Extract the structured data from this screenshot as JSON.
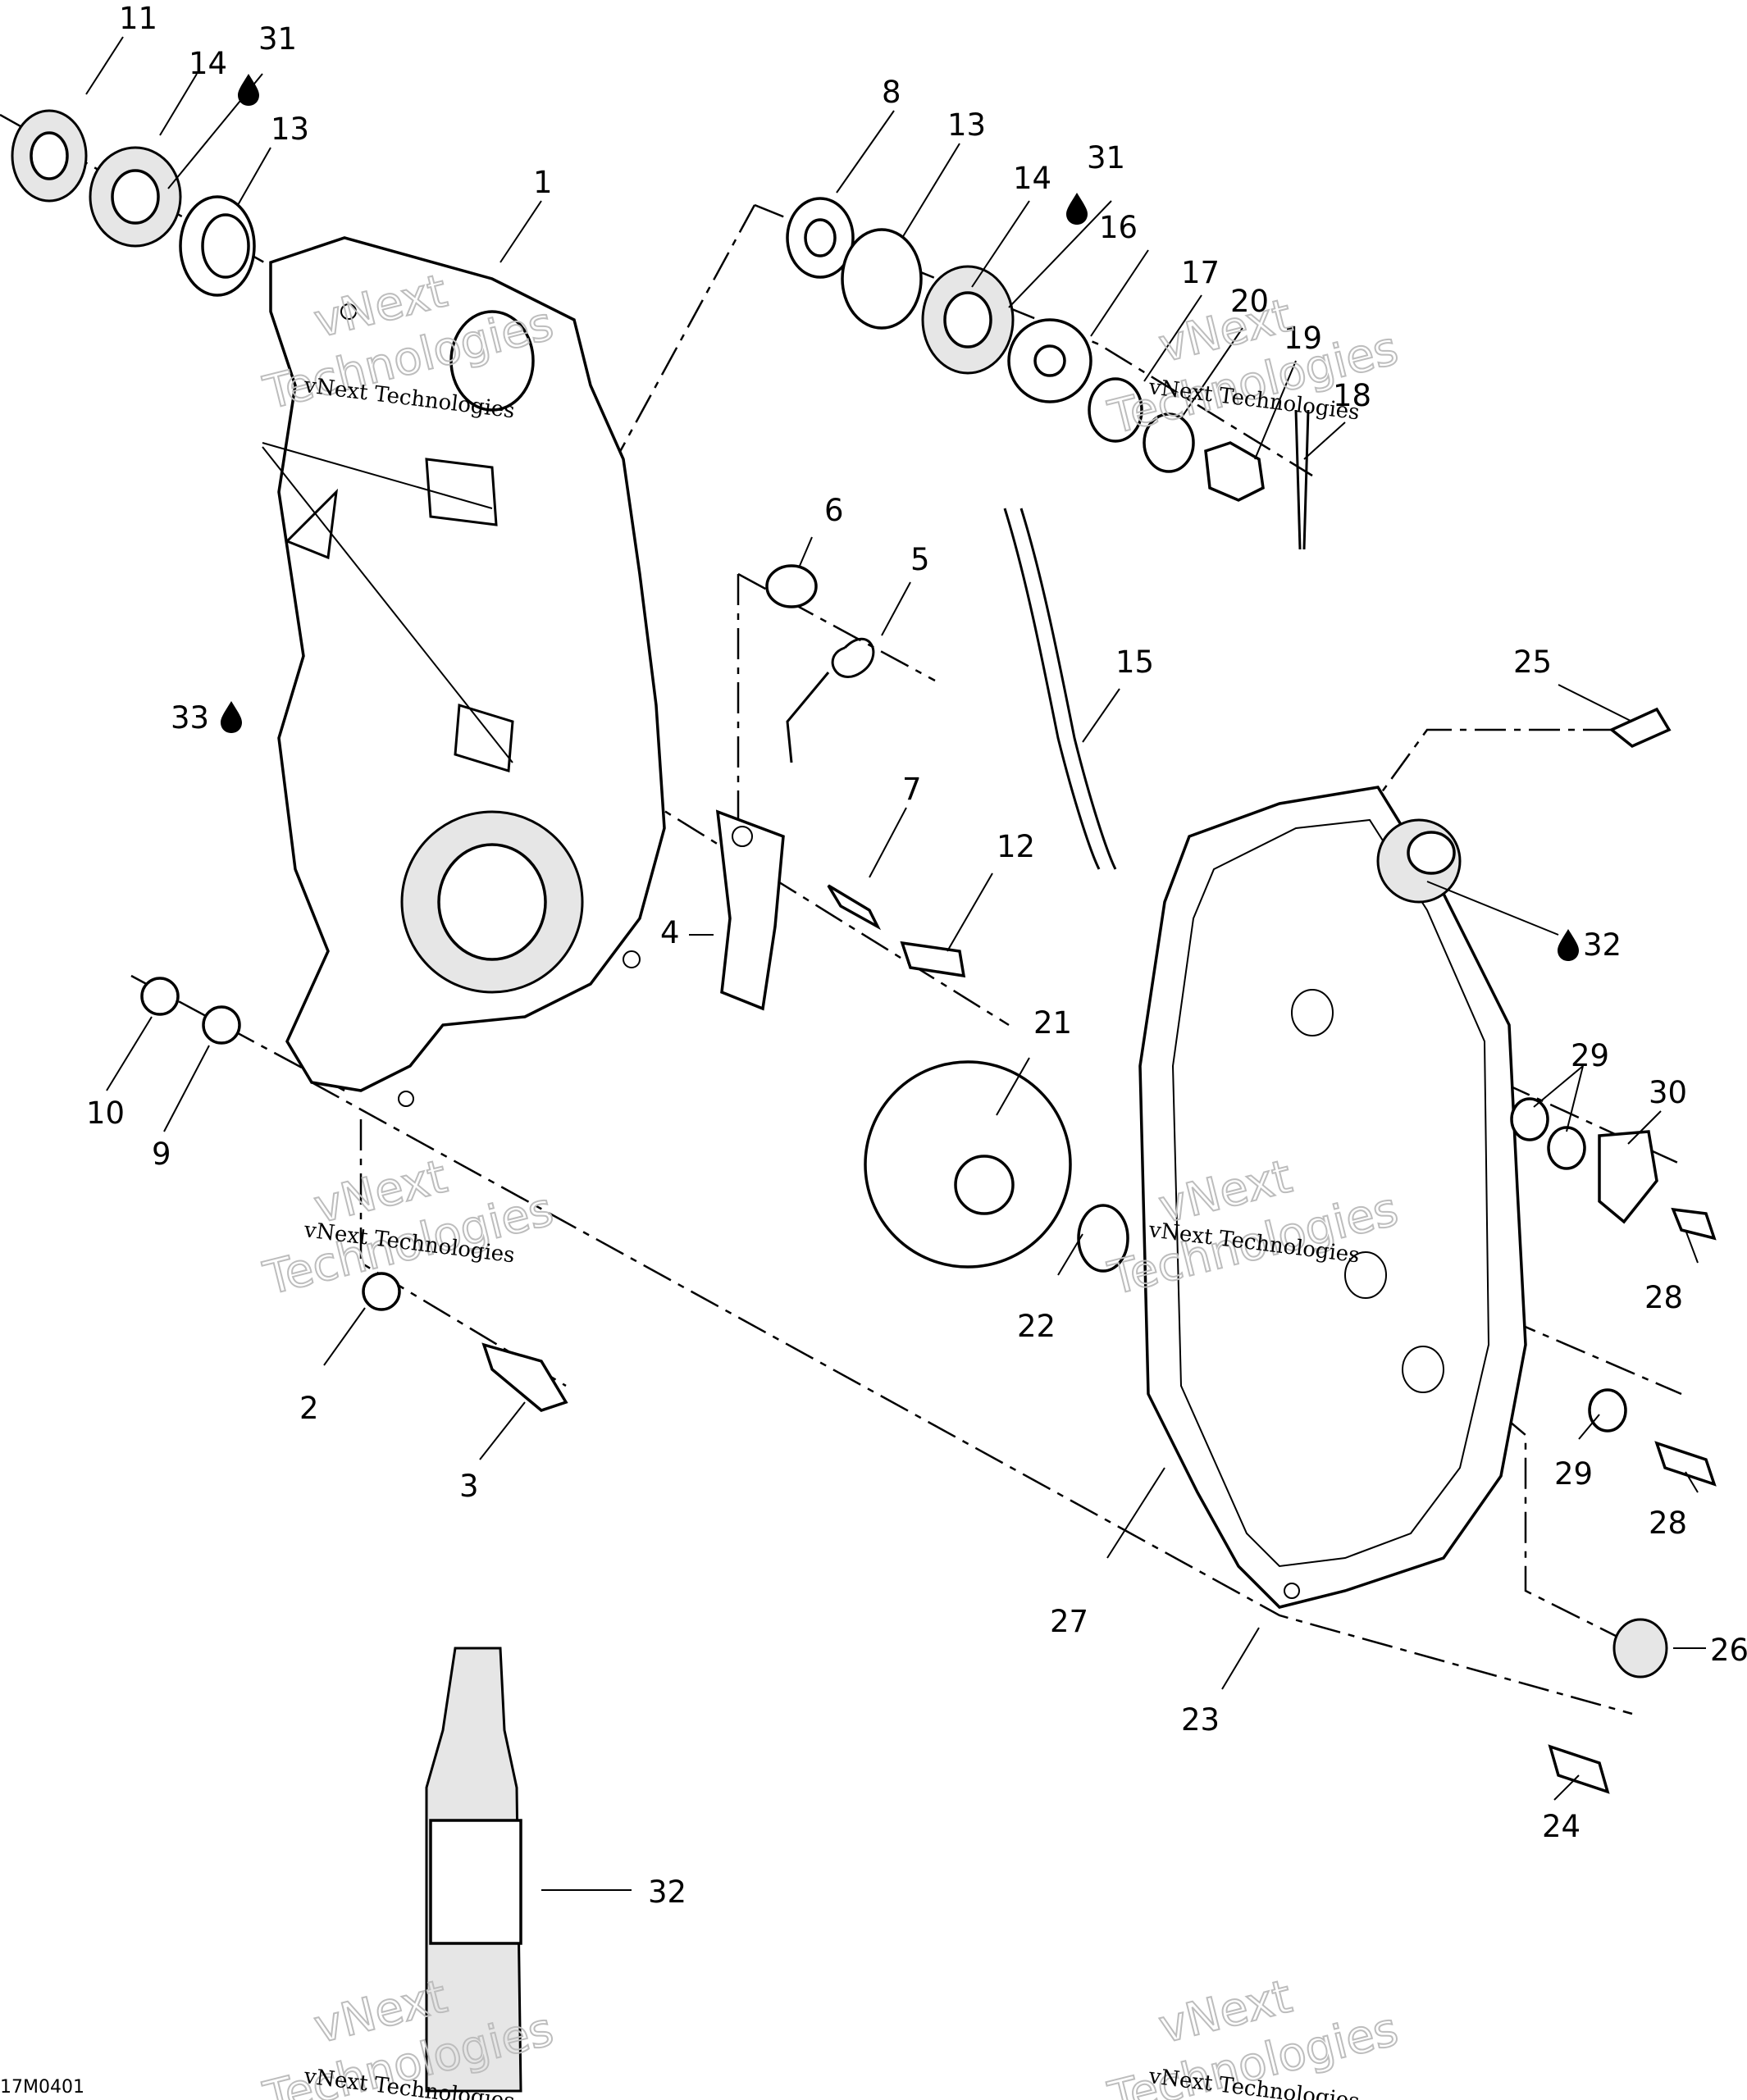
{
  "diagram": {
    "reference_code": "17M0401",
    "watermark": {
      "line1": "vNext Technologies",
      "big_line1": "vNext",
      "big_line2": "Technologies"
    },
    "callouts": [
      {
        "id": "c1",
        "label": "1"
      },
      {
        "id": "c2",
        "label": "2"
      },
      {
        "id": "c3",
        "label": "3"
      },
      {
        "id": "c4",
        "label": "4"
      },
      {
        "id": "c5",
        "label": "5"
      },
      {
        "id": "c6",
        "label": "6"
      },
      {
        "id": "c7",
        "label": "7"
      },
      {
        "id": "c8",
        "label": "8"
      },
      {
        "id": "c9",
        "label": "9"
      },
      {
        "id": "c10",
        "label": "10"
      },
      {
        "id": "c11",
        "label": "11"
      },
      {
        "id": "c12",
        "label": "12"
      },
      {
        "id": "c13a",
        "label": "13"
      },
      {
        "id": "c13b",
        "label": "13"
      },
      {
        "id": "c14a",
        "label": "14"
      },
      {
        "id": "c14b",
        "label": "14"
      },
      {
        "id": "c15",
        "label": "15"
      },
      {
        "id": "c16",
        "label": "16"
      },
      {
        "id": "c17",
        "label": "17"
      },
      {
        "id": "c18",
        "label": "18"
      },
      {
        "id": "c19",
        "label": "19"
      },
      {
        "id": "c20",
        "label": "20"
      },
      {
        "id": "c21",
        "label": "21"
      },
      {
        "id": "c22",
        "label": "22"
      },
      {
        "id": "c23",
        "label": "23"
      },
      {
        "id": "c24",
        "label": "24"
      },
      {
        "id": "c25",
        "label": "25"
      },
      {
        "id": "c26",
        "label": "26"
      },
      {
        "id": "c27",
        "label": "27"
      },
      {
        "id": "c28a",
        "label": "28"
      },
      {
        "id": "c28b",
        "label": "28"
      },
      {
        "id": "c29a",
        "label": "29"
      },
      {
        "id": "c29b",
        "label": "29"
      },
      {
        "id": "c30",
        "label": "30"
      },
      {
        "id": "c31a",
        "label": "31"
      },
      {
        "id": "c31b",
        "label": "31"
      },
      {
        "id": "c32a",
        "label": "32"
      },
      {
        "id": "c32b",
        "label": "32"
      },
      {
        "id": "c33",
        "label": "33"
      }
    ]
  }
}
